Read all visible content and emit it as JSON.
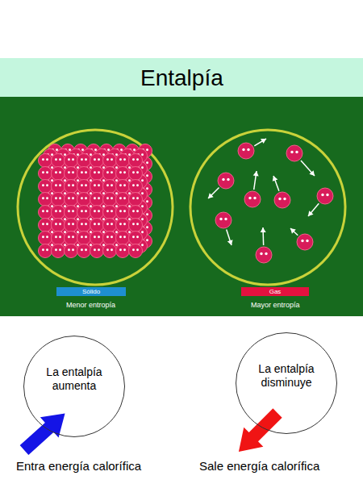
{
  "diagram": {
    "title": "Entalpía",
    "nodes": [
      {
        "text": [
          "Sólido"
        ]
      },
      {
        "text": [
          "Gas"
        ]
      },
      {
        "text": [
          "La entalpía aumenta"
        ]
      },
      {
        "text": [
          "La entalpía disminuye"
        ]
      }
    ],
    "labels": [
      "Menor entropía",
      "Mayor entropía",
      "Entra energía calorífica",
      "Sale energía calorífica"
    ]
  }
}
